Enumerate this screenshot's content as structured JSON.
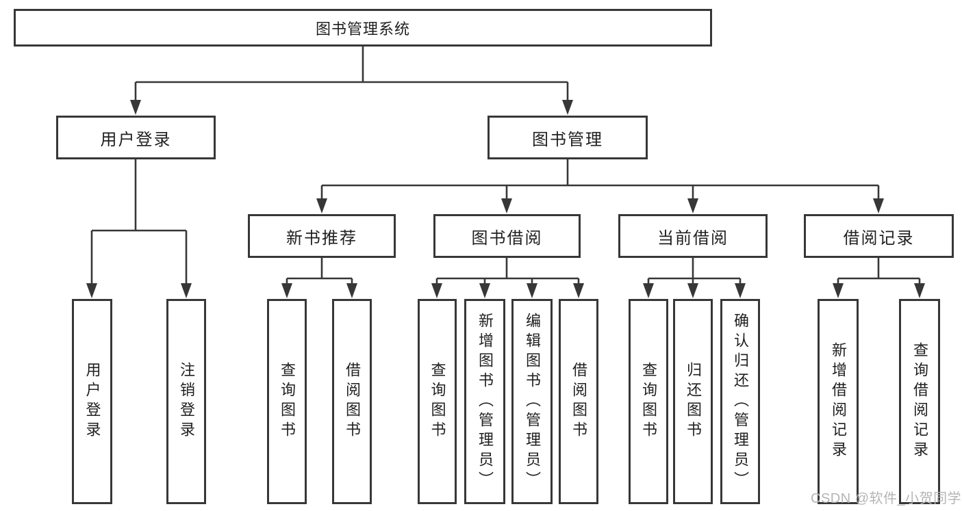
{
  "tree": {
    "label": "图书管理系统",
    "children": [
      {
        "label": "用户登录",
        "children": [
          {
            "label": "用户登录"
          },
          {
            "label": "注销登录"
          }
        ]
      },
      {
        "label": "图书管理",
        "children": [
          {
            "label": "新书推荐",
            "children": [
              {
                "label": "查询图书"
              },
              {
                "label": "借阅图书"
              }
            ]
          },
          {
            "label": "图书借阅",
            "children": [
              {
                "label": "查询图书"
              },
              {
                "label": "新增图书（管理员）"
              },
              {
                "label": "编辑图书（管理员）"
              },
              {
                "label": "借阅图书"
              }
            ]
          },
          {
            "label": "当前借阅",
            "children": [
              {
                "label": "查询图书"
              },
              {
                "label": "归还图书"
              },
              {
                "label": "确认归还（管理员）"
              }
            ]
          },
          {
            "label": "借阅记录",
            "children": [
              {
                "label": "新增借阅记录"
              },
              {
                "label": "查询借阅记录"
              }
            ]
          }
        ]
      }
    ]
  },
  "watermark": {
    "text": "CSDN @软件_小贺同学"
  },
  "colors": {
    "line": "#373737",
    "box_border": "#373737",
    "box_background": "#ffffff",
    "text": "#1f1f1f",
    "watermark": "#b5b5b5",
    "page_background": "#ffffff"
  }
}
